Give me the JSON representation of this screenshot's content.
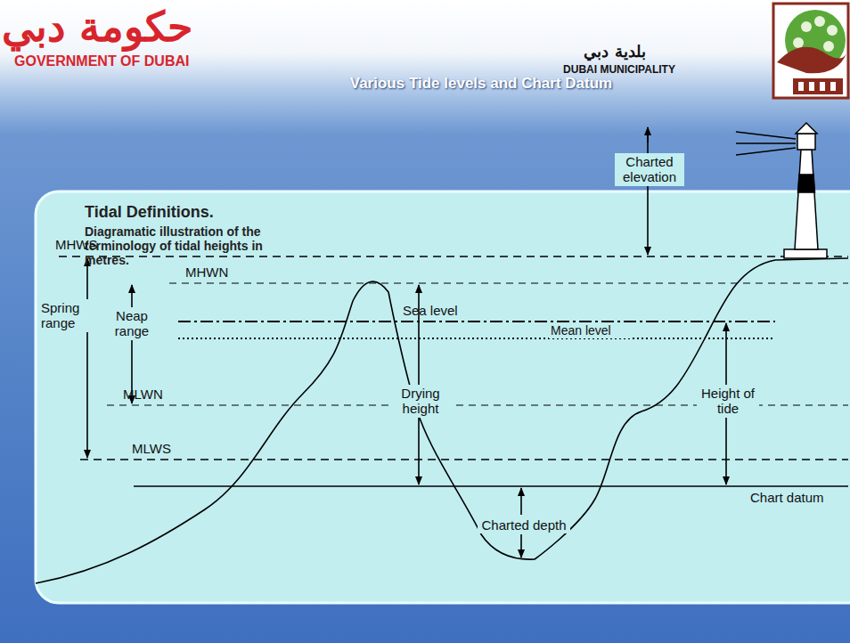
{
  "diagram": {
    "title": "Various Tide levels and Chart Datum",
    "labels": [
      "حكومة دبي",
      "GOVERNMENT OF DUBAI",
      "بلدية دبي",
      "DUBAI MUNICIPALITY",
      "Tidal Definitions.",
      "Diagramatic illustration of the terminology of tidal heights in metres.",
      "Charted elevation",
      "MHWS",
      "MHWN",
      "Spring range",
      "Neap range",
      "Sea level",
      "Mean level",
      "MLWN",
      "MLWS",
      "Drying height",
      "Height of tide",
      "Chart datum",
      "Charted depth"
    ]
  }
}
